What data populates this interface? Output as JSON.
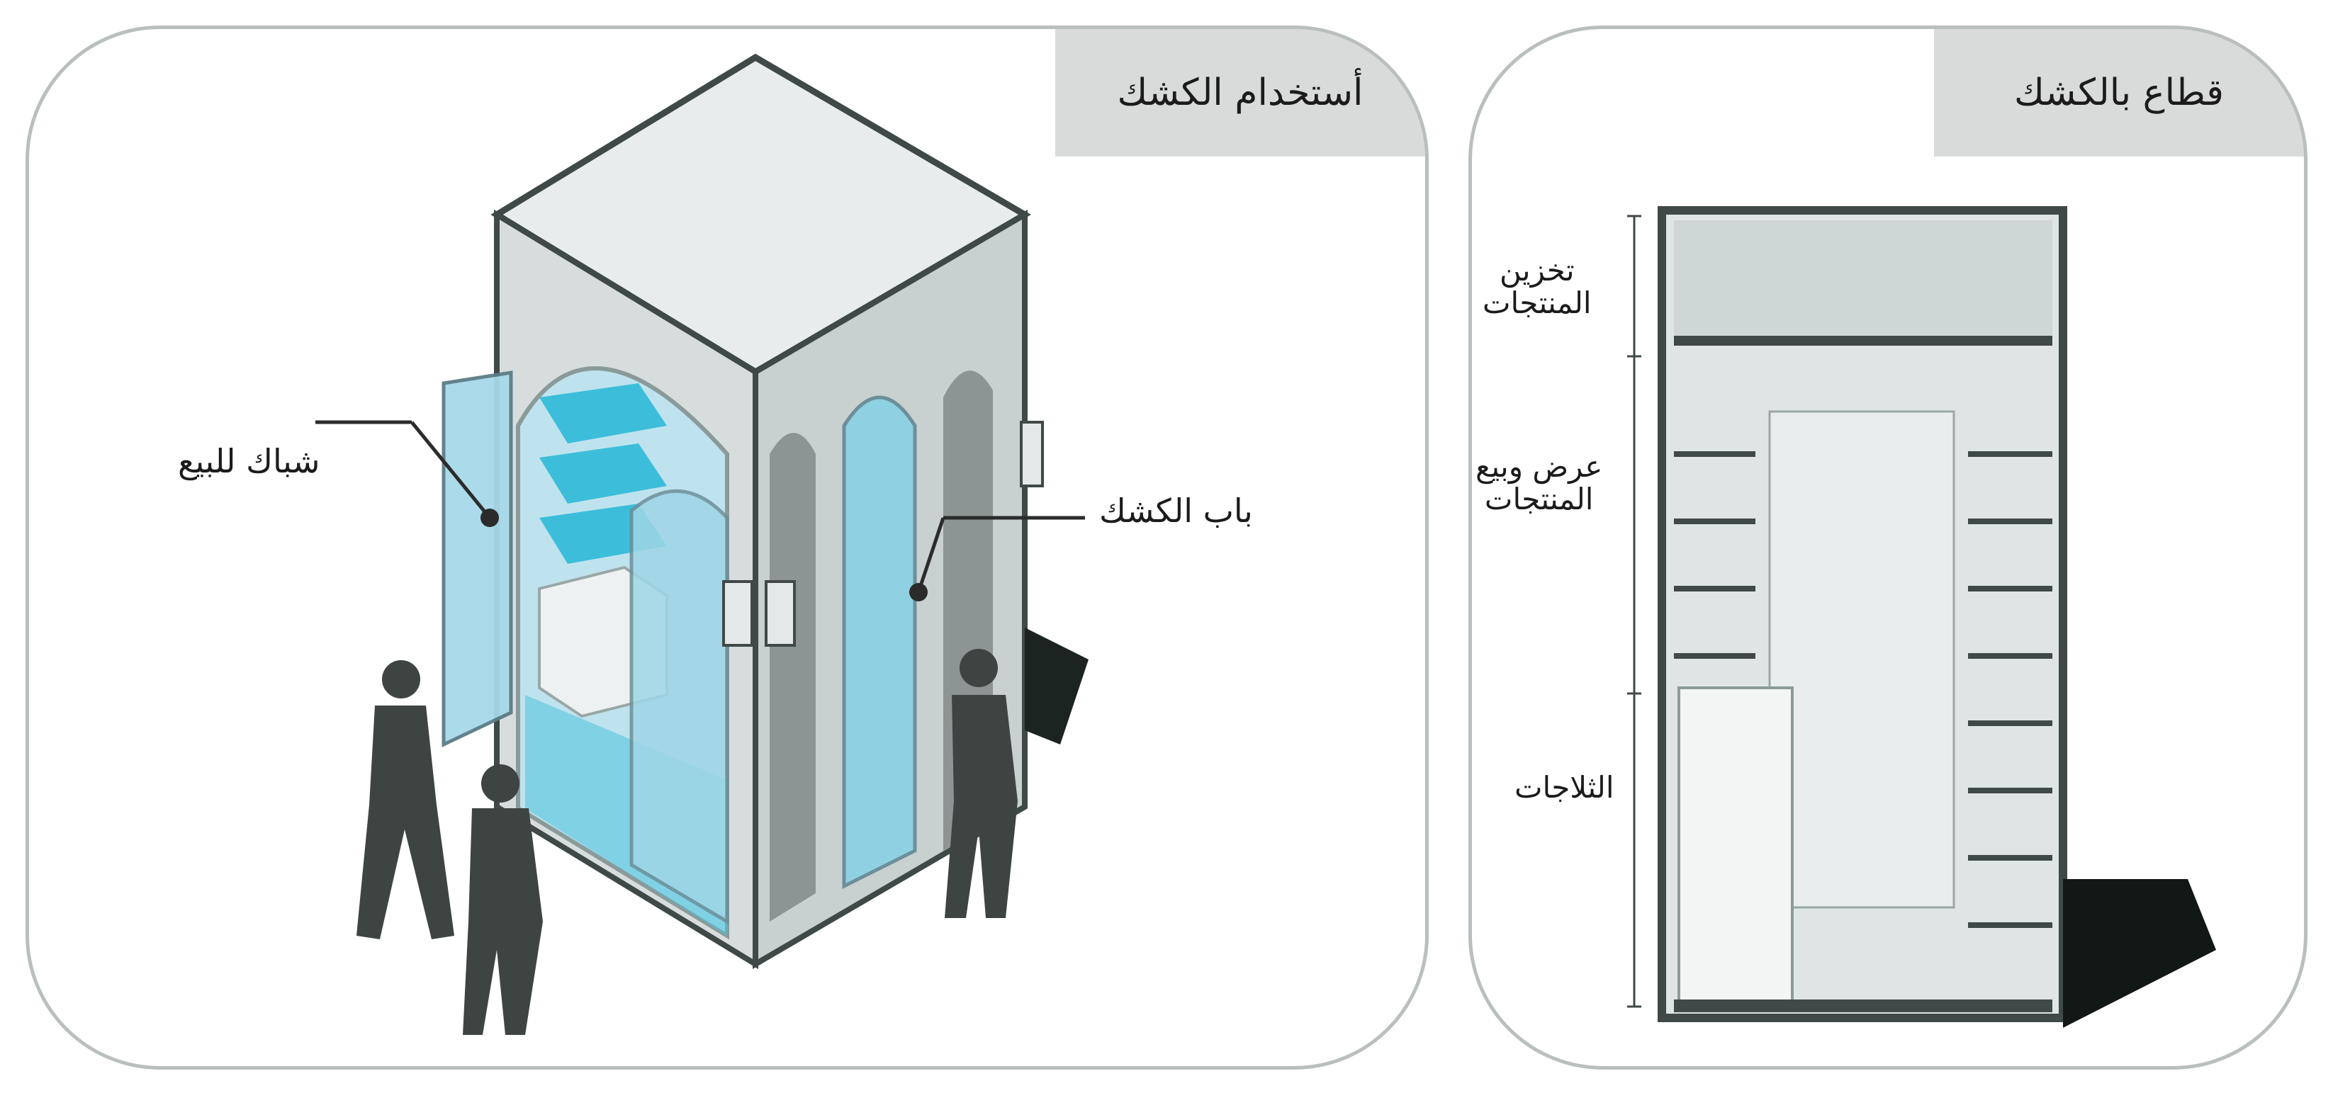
{
  "panels": {
    "usage": {
      "title": "أستخدام الكشك",
      "callouts": {
        "sales_window": "شباك للبيع",
        "kiosk_door": "باب الكشك"
      }
    },
    "section": {
      "title": "قطاع بالكشك",
      "zones": {
        "storage_line1": "تخزين",
        "storage_line2": "المنتجات",
        "display_line1": "عرض وبيع",
        "display_line2": "المنتجات",
        "fridges": "الثلاجات"
      }
    }
  },
  "colors": {
    "panel_border": "#b9bfbd",
    "title_tab": "#d9dbda",
    "kiosk_body": "#d7dddd",
    "kiosk_dark": "#3f4947",
    "glass": "#9fd6e6",
    "shelf_cyan": "#25b7d6",
    "silhouette": "#3d4442"
  }
}
